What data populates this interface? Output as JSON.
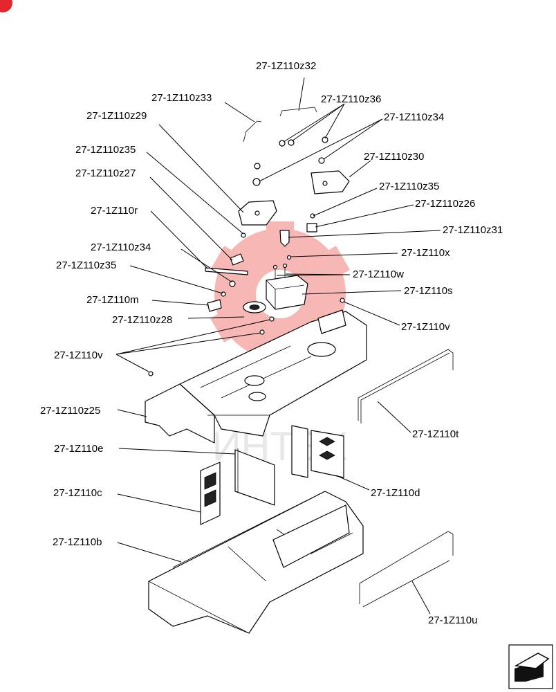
{
  "colors": {
    "line": "#000000",
    "watermark": "#e8332f",
    "watermark_text": "#cfcfcf",
    "corner_badge": "#e3262d"
  },
  "watermark": {
    "text": "ИНТЕХ"
  },
  "labels": {
    "z32": "27-1Z110z32",
    "z33": "27-1Z110z33",
    "z36": "27-1Z110z36",
    "z29": "27-1Z110z29",
    "z34a": "27-1Z110z34",
    "z35a": "27-1Z110z35",
    "z30": "27-1Z110z30",
    "z27": "27-1Z110z27",
    "z35b": "27-1Z110z35",
    "z26": "27-1Z110z26",
    "r": "27-1Z110r",
    "z31": "27-1Z110z31",
    "z34b": "27-1Z110z34",
    "x": "27-1Z110x",
    "z35c": "27-1Z110z35",
    "w": "27-1Z110w",
    "s": "27-1Z110s",
    "m": "27-1Z110m",
    "z28": "27-1Z110z28",
    "v1": "27-1Z110v",
    "v2": "27-1Z110v",
    "z25": "27-1Z110z25",
    "t": "27-1Z110t",
    "e": "27-1Z110e",
    "d": "27-1Z110d",
    "c": "27-1Z110c",
    "b": "27-1Z110b",
    "u": "27-1Z110u"
  },
  "nav": {
    "icon": "arrow-next-icon"
  }
}
